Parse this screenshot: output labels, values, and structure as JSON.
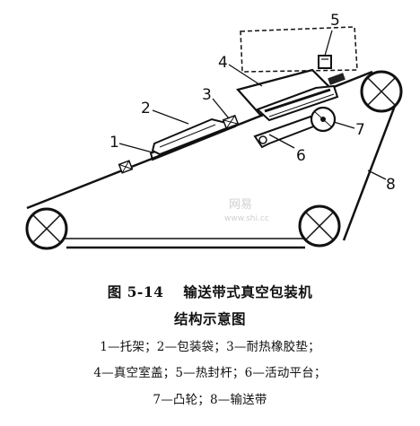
{
  "figure": {
    "callouts": {
      "c1": "1",
      "c2": "2",
      "c3": "3",
      "c4": "4",
      "c5": "5",
      "c6": "6",
      "c7": "7",
      "c8": "8"
    },
    "watermark_line1": "网易",
    "watermark_line2": "www.shi.cc"
  },
  "caption": {
    "line1": "图 5-14　 输送带式真空包装机",
    "line2": "结构示意图"
  },
  "legend": {
    "line1": "1—托架；2—包装袋；3—耐热橡胶垫；",
    "line2": "4—真空室盖；5—热封杆；6—活动平台；",
    "line3": "7—凸轮；8—输送带"
  }
}
